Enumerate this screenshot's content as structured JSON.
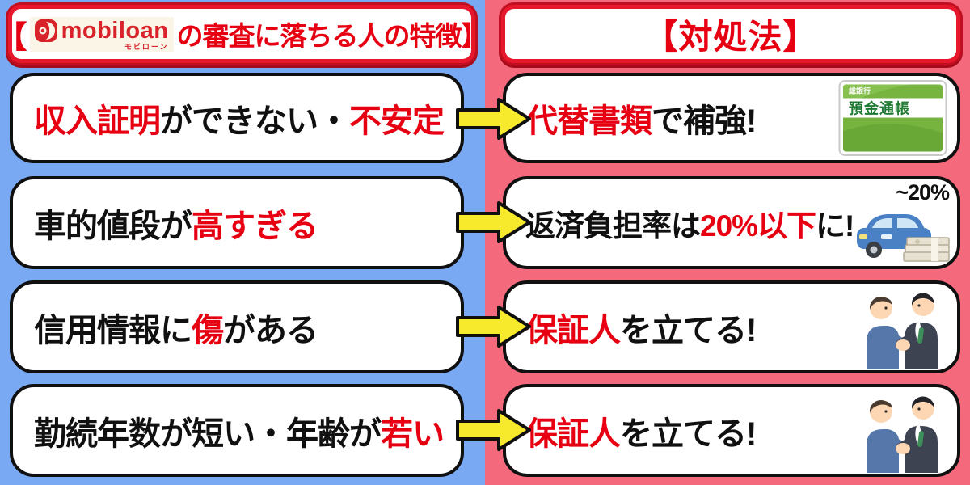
{
  "colors": {
    "left_bg": "#7aa9f3",
    "right_bg": "#f4697c",
    "accent_red": "#e60012",
    "arrow_yellow": "#f7e92c",
    "box_border": "#101010",
    "bankbook_green": "#76b43f"
  },
  "header_left": {
    "bracket_open": "【",
    "logo_word": "mobiloan",
    "logo_sub": "モビローン",
    "title_rest": "の審査に落ちる人の特徴】"
  },
  "header_right": {
    "title": "【対処法】"
  },
  "rows": [
    {
      "problem": [
        "収入証明",
        "ができない・",
        "不安定"
      ],
      "solution": [
        "代替書類",
        "で補強!"
      ],
      "icon": "bankbook"
    },
    {
      "problem": [
        "車的値段が",
        "高すぎる"
      ],
      "solution": [
        "返済負担率は",
        "20%以下",
        "に!"
      ],
      "icon": "car-money",
      "badge": "~20%"
    },
    {
      "problem": [
        "信用情報に",
        "傷",
        "がある"
      ],
      "solution": [
        "保証人",
        "を立てる!"
      ],
      "icon": "handshake"
    },
    {
      "problem": [
        "勤続年数が短い・年齢が",
        "若い"
      ],
      "solution": [
        "保証人",
        "を立てる!"
      ],
      "icon": "handshake"
    }
  ],
  "bankbook": {
    "bank_label": "総銀行",
    "title": "預金通帳"
  }
}
